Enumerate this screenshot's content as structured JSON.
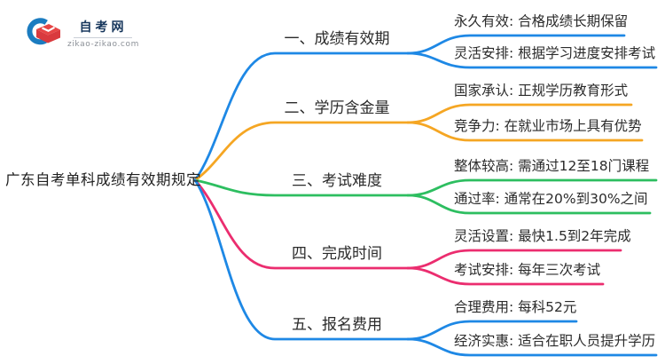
{
  "logo": {
    "site_name": "自考网",
    "site_url": "zikao-zikao.com"
  },
  "mindmap": {
    "root": "广东自考单科成绩有效期规定",
    "branches": [
      {
        "label": "一、成绩有效期",
        "color": "#1E88E5",
        "children": [
          "永久有效: 合格成绩长期保留",
          "灵活安排: 根据学习进度安排考试"
        ]
      },
      {
        "label": "二、学历含金量",
        "color": "#F5A623",
        "children": [
          "国家承认: 正规学历教育形式",
          "竞争力: 在就业市场上具有优势"
        ]
      },
      {
        "label": "三、考试难度",
        "color": "#2DBE60",
        "children": [
          "整体较高: 需通过12至18门课程",
          "通过率: 通常在20%到30%之间"
        ]
      },
      {
        "label": "四、完成时间",
        "color": "#EB2D6F",
        "children": [
          "灵活设置: 最快1.5到2年完成",
          "考试安排: 每年三次考试"
        ]
      },
      {
        "label": "五、报名费用",
        "color": "#1E88E5",
        "children": [
          "合理费用: 每科52元",
          "经济实惠: 适合在职人员提升学历"
        ]
      }
    ]
  }
}
